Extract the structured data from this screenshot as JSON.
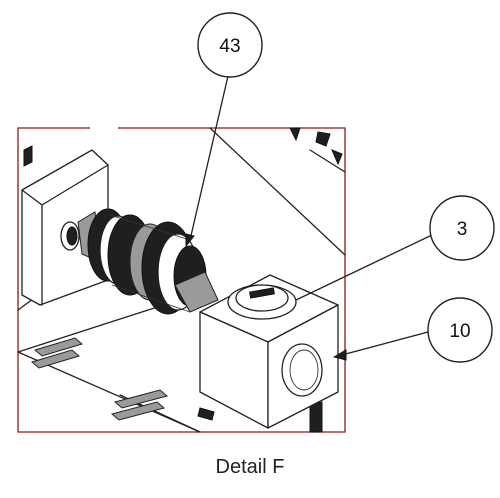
{
  "callouts": [
    {
      "id": "c43",
      "label": "43"
    },
    {
      "id": "c3",
      "label": "3"
    },
    {
      "id": "c10",
      "label": "10"
    }
  ],
  "caption": "Detail F",
  "colors": {
    "frame": "#8b1a1a",
    "line": "#222222"
  }
}
